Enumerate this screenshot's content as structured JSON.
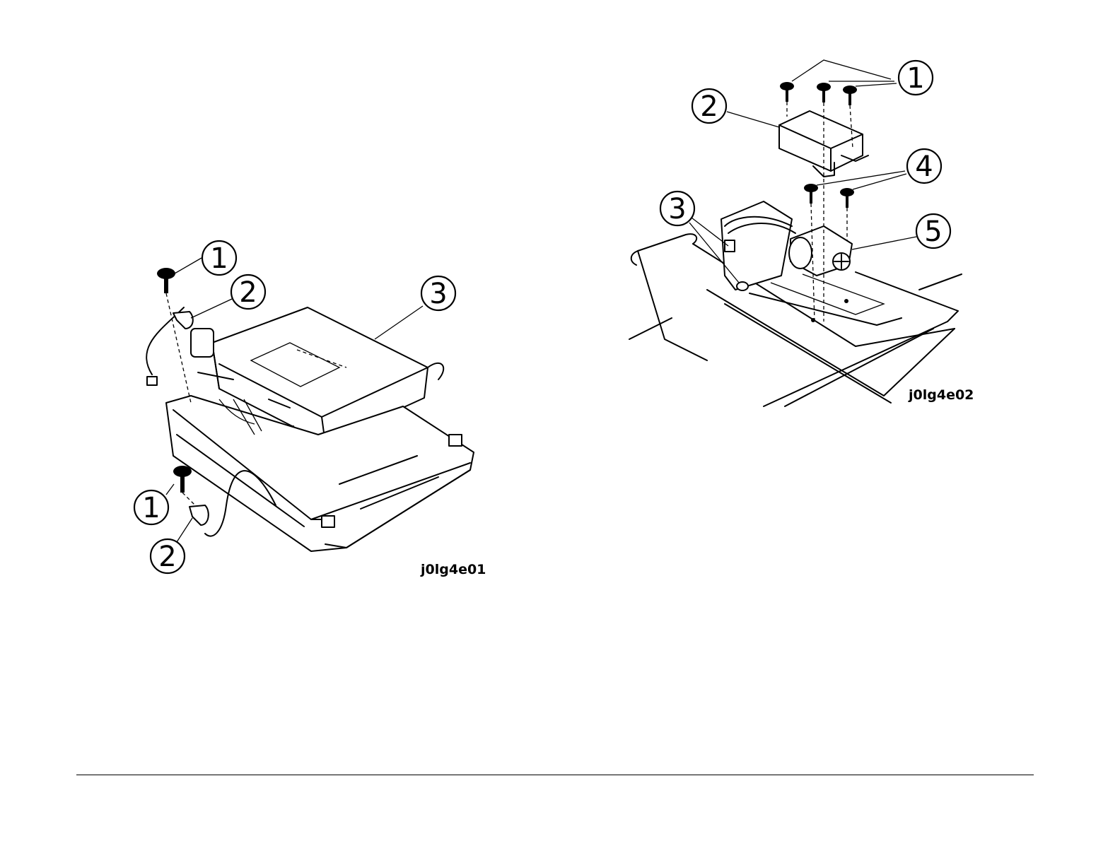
{
  "figures": [
    {
      "id_label": "j0lg4e01",
      "callouts": [
        "1",
        "2",
        "3",
        "1",
        "2"
      ]
    },
    {
      "id_label": "j0lg4e02",
      "callouts": [
        "1",
        "2",
        "4",
        "3",
        "5"
      ]
    }
  ]
}
